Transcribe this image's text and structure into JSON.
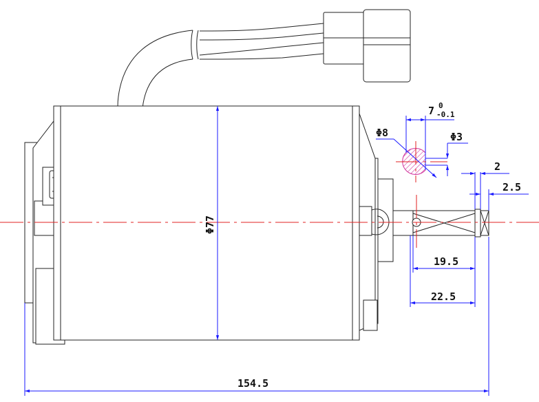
{
  "dimensions": {
    "total_length": "154.5",
    "body_diameter": "Φ77",
    "shaft_diameter": "Φ8",
    "hole_diameter": "Φ3",
    "flat_width": "7",
    "flat_tol_upper": "0",
    "flat_tol_lower": "-0.1",
    "shaft_length": "22.5",
    "flat_length": "19.5",
    "dim_2": "2",
    "dim_2_5": "2.5"
  },
  "colors": {
    "outline": "#222222",
    "dimension": "#1a1aff",
    "centerline": "#e02020",
    "hatch": "#d0309a"
  }
}
